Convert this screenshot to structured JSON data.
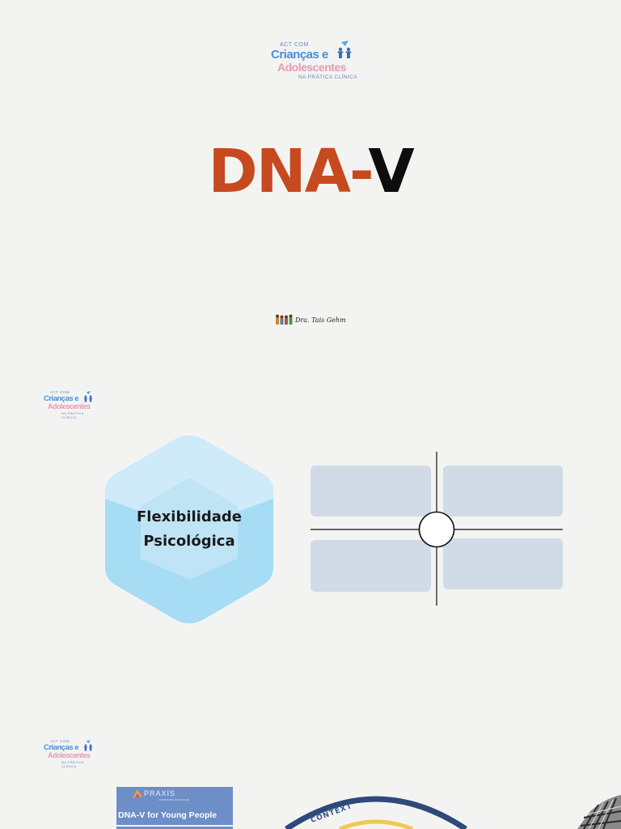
{
  "logo": {
    "act": "ACT COM",
    "line1": "Crianças e",
    "line2": "Adolescentes",
    "sub": "NA PRÁTICA CLÍNICA"
  },
  "title": {
    "part1": "DNA-",
    "part2": "V"
  },
  "author": {
    "name": "Dra. Tais Gehm"
  },
  "hexagon": {
    "line1": "Flexibilidade",
    "line2": "Psicológica"
  },
  "book": {
    "brand": "PRAXIS",
    "brand_sub": "CONTINUING EDUCATION",
    "caption": "DNA-V for Young People"
  },
  "diagram": {
    "arc_label": "CONTEXT"
  },
  "colors": {
    "background": "#f3f4f2",
    "title_accent": "#c6491f",
    "title_dark": "#0d0d0d",
    "hex_light": "#cfeaf8",
    "hex_mid": "#a6dcf4",
    "quad": "#d0dbe7",
    "praxis": "#6d8ec7"
  }
}
